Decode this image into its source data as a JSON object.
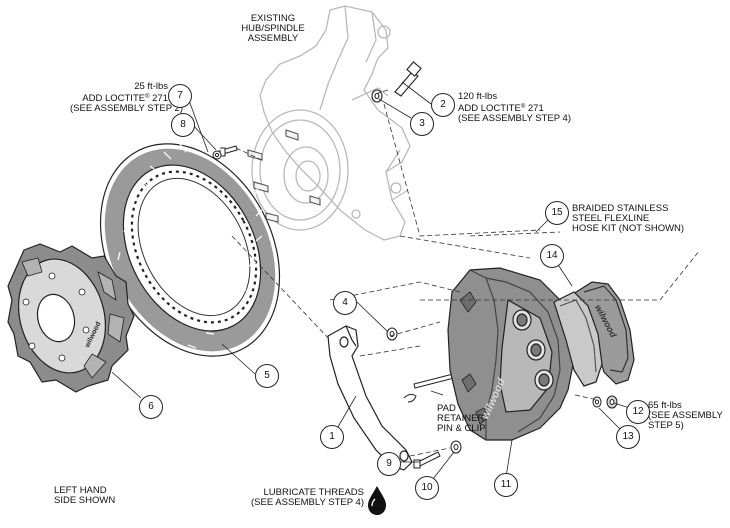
{
  "labels": {
    "hub": [
      "EXISTING",
      "HUB/SPINDLE",
      "ASSEMBLY"
    ],
    "torque_7": {
      "torque": "25 ft-lbs",
      "loctite": "ADD LOCTITE",
      "reg": "®",
      "code": "271",
      "note": "(SEE ASSEMBLY STEP 2)"
    },
    "torque_2": {
      "torque": "120 ft-lbs",
      "loctite": "ADD LOCTITE",
      "reg": "®",
      "code": "271",
      "note": "(SEE ASSEMBLY STEP 4)"
    },
    "torque_12": {
      "torque": "65 ft-lbs",
      "note_1": "(SEE ASSEMBLY",
      "note_2": "STEP 5)"
    },
    "hose_kit": [
      "BRAIDED STAINLESS",
      "STEEL FLEXLINE",
      "HOSE KIT (NOT SHOWN)"
    ],
    "pad_pin": [
      "PAD",
      "RETAINER",
      "PIN & CLIP"
    ],
    "lubricate": {
      "text": "LUBRICATE THREADS",
      "note": "(SEE ASSEMBLY STEP 4)"
    },
    "side": [
      "LEFT HAND",
      "SIDE SHOWN"
    ],
    "brand": "wilwood"
  },
  "callouts": [
    "1",
    "2",
    "3",
    "4",
    "5",
    "6",
    "7",
    "8",
    "9",
    "10",
    "11",
    "12",
    "13",
    "14",
    "15"
  ],
  "colors": {
    "red": "#d6201f",
    "line": "#222222",
    "gray": "#8a8a8a",
    "light": "#b8b8b8"
  },
  "icons": {
    "oil_drop": "oil-drop-icon",
    "registered": "registered-mark"
  }
}
